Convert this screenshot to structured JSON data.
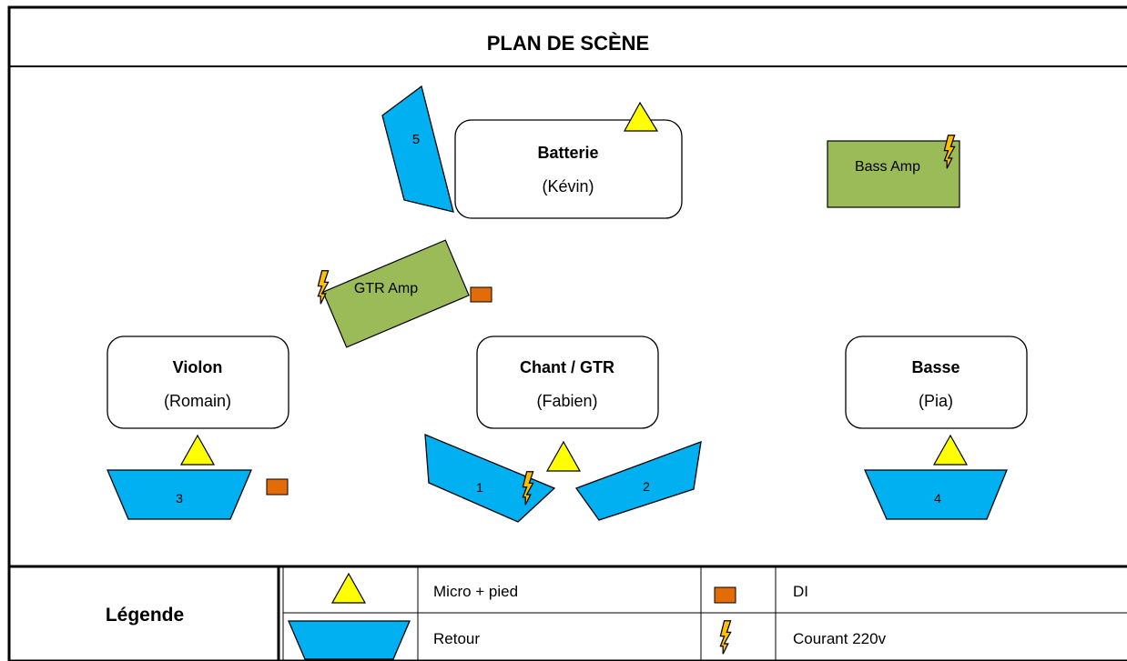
{
  "title": "PLAN DE SCÈNE",
  "musicians": [
    {
      "id": "batterie",
      "name": "Batterie",
      "person": "(Kévin)"
    },
    {
      "id": "violon",
      "name": "Violon",
      "person": "(Romain)"
    },
    {
      "id": "chant",
      "name": "Chant / GTR",
      "person": "(Fabien)"
    },
    {
      "id": "basse",
      "name": "Basse",
      "person": "(Pia)"
    }
  ],
  "amps": {
    "bass": "Bass Amp",
    "gtr": "GTR Amp"
  },
  "monitors": [
    "1",
    "2",
    "3",
    "4",
    "5"
  ],
  "legend": {
    "heading": "Légende",
    "mic_label": "Micro + pied",
    "di_label": "DI",
    "return_label": "Retour",
    "power_label": "Courant 220v"
  },
  "colors": {
    "monitor": "#00B0F0",
    "amp": "#9BBB59",
    "mic": "#FFFF00",
    "di": "#E36C09",
    "power": "#FFC000"
  }
}
